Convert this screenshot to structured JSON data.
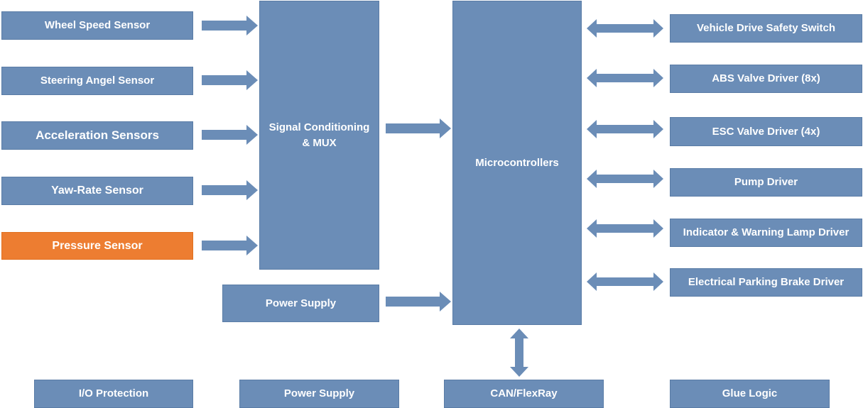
{
  "colors": {
    "box": "#6b8db7",
    "box_border": "#5a7ca6",
    "highlight": "#ed7d31",
    "arrow": "#6b8db7"
  },
  "sensors": [
    {
      "label": "Wheel Speed Sensor"
    },
    {
      "label": "Steering Angel Sensor"
    },
    {
      "label": "Acceleration Sensors"
    },
    {
      "label": "Yaw-Rate Sensor"
    },
    {
      "label": "Pressure Sensor"
    }
  ],
  "signal_conditioning": {
    "line1": "Signal Conditioning",
    "line2": "& MUX"
  },
  "power_supply_main": {
    "label": "Power Supply"
  },
  "microcontrollers": {
    "label": "Microcontrollers"
  },
  "drivers": [
    {
      "label": "Vehicle Drive Safety Switch"
    },
    {
      "label": "ABS Valve Driver (8x)"
    },
    {
      "label": "ESC Valve Driver (4x)"
    },
    {
      "label": "Pump Driver"
    },
    {
      "label": "Indicator & Warning Lamp Driver"
    },
    {
      "label": "Electrical Parking Brake Driver"
    }
  ],
  "bottom": {
    "io_protection": "I/O Protection",
    "power_supply": "Power Supply",
    "can_flexray": "CAN/FlexRay",
    "glue_logic": "Glue Logic"
  }
}
